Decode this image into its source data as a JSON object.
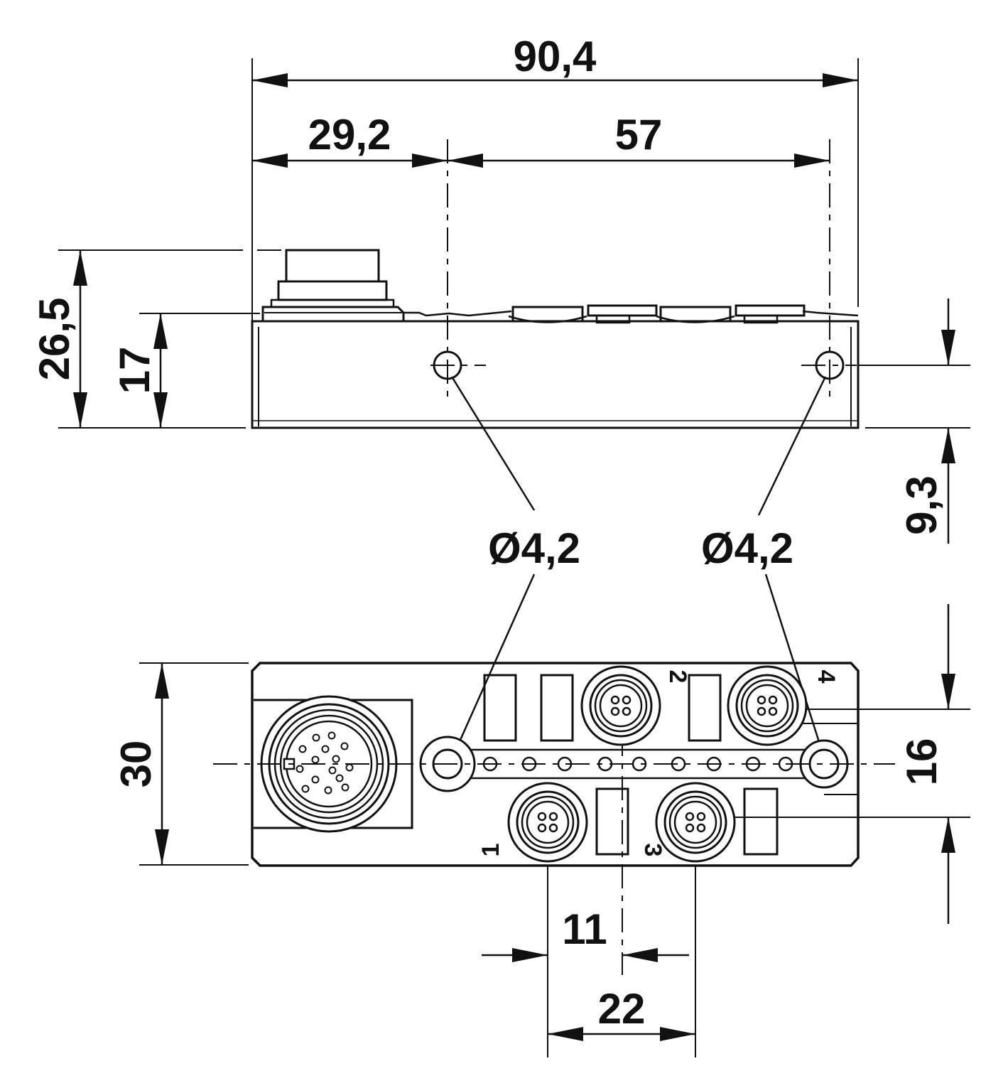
{
  "colors": {
    "line": "#111111",
    "background": "#ffffff"
  },
  "dimensions": {
    "overall_length": "90,4",
    "left_offset": "29,2",
    "hole_spacing": "57",
    "overall_height": "26,5",
    "body_height": "17",
    "hole_height": "9,3",
    "hole_diameter_left": "Ø4,2",
    "hole_diameter_right": "Ø4,2",
    "width": "30",
    "port_row_spacing": "16",
    "port_offset": "11",
    "port_pitch": "22"
  },
  "ports": {
    "port1": "1",
    "port2": "2",
    "port3": "3",
    "port4": "4"
  }
}
